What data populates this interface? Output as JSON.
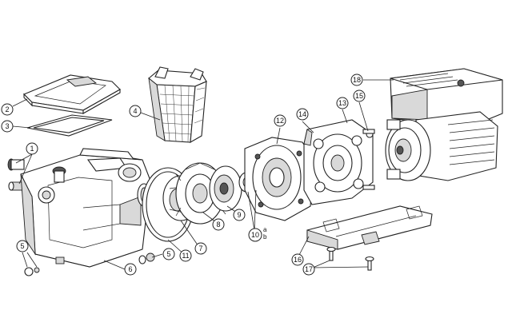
{
  "callouts": {
    "c1": "1",
    "c2": "2",
    "c3": "3",
    "c4": "4",
    "c5a": "5",
    "c5b": "5",
    "c6": "6",
    "c7": "7",
    "c8": "8",
    "c9": "9",
    "c10": "10",
    "c10a": "a",
    "c10b": "b",
    "c11": "11",
    "c12": "12",
    "c13": "13",
    "c14": "14",
    "c15": "15",
    "c16": "16",
    "c17": "17",
    "c18": "18"
  }
}
